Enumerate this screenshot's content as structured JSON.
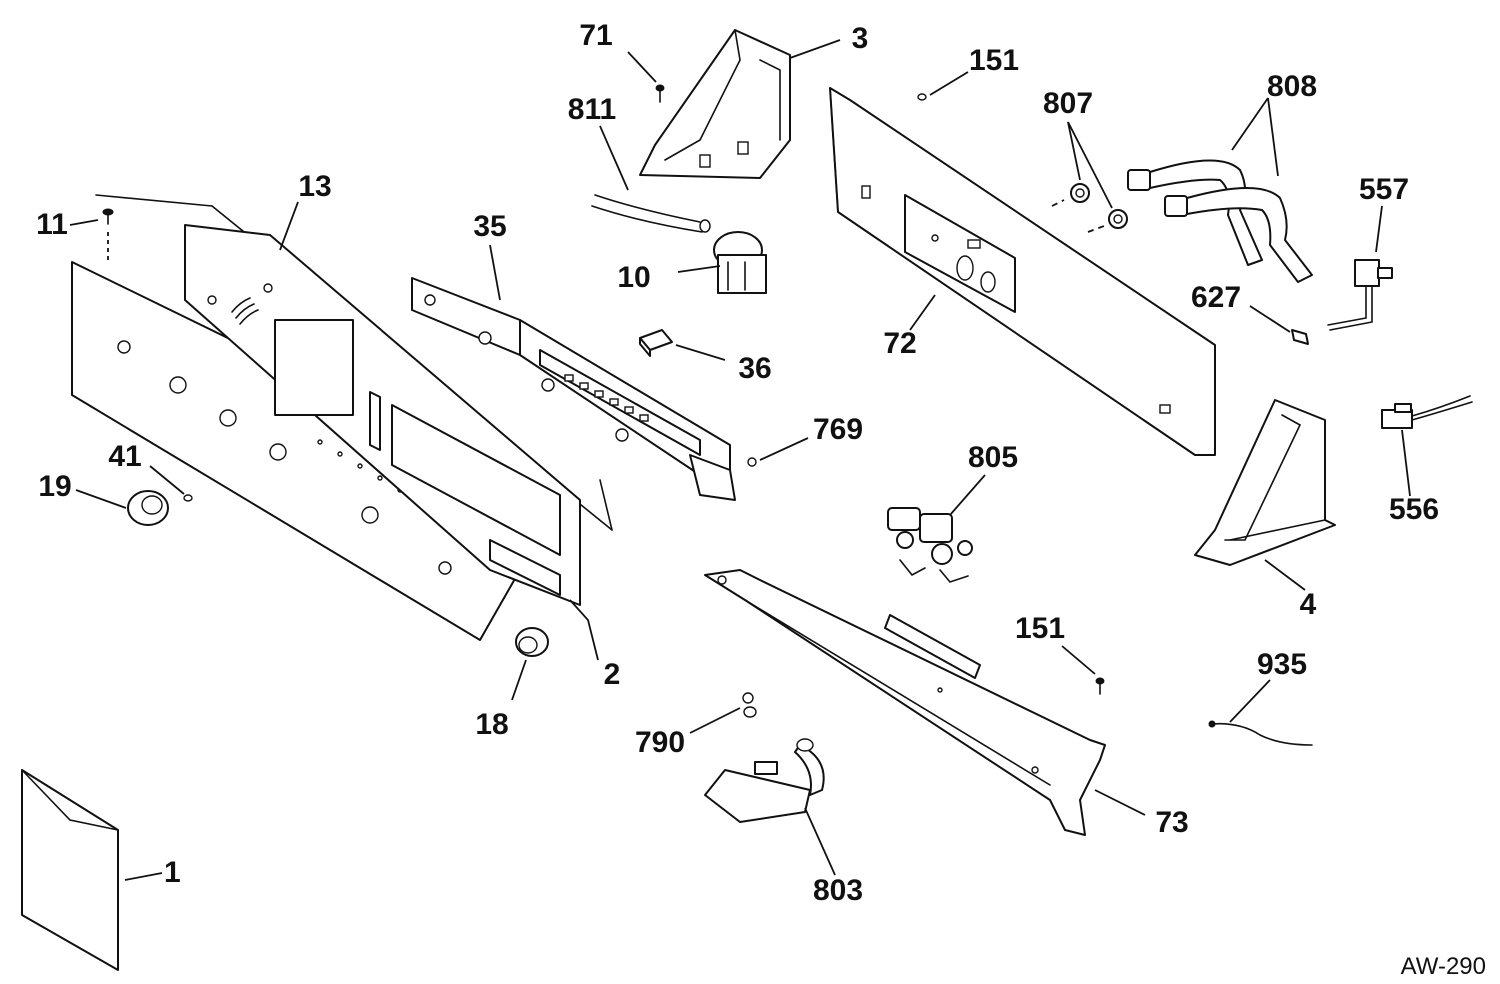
{
  "diagram": {
    "reference_code": "AW-290",
    "part_numbers": {
      "p1": "1",
      "p2": "2",
      "p3": "3",
      "p4": "4",
      "p10": "10",
      "p11": "11",
      "p13": "13",
      "p18": "18",
      "p19": "19",
      "p35": "35",
      "p36": "36",
      "p41": "41",
      "p71": "71",
      "p72": "72",
      "p73": "73",
      "p151a": "151",
      "p151b": "151",
      "p556": "556",
      "p557": "557",
      "p627": "627",
      "p769": "769",
      "p790": "790",
      "p803": "803",
      "p805": "805",
      "p807": "807",
      "p808": "808",
      "p811": "811",
      "p935": "935"
    }
  }
}
